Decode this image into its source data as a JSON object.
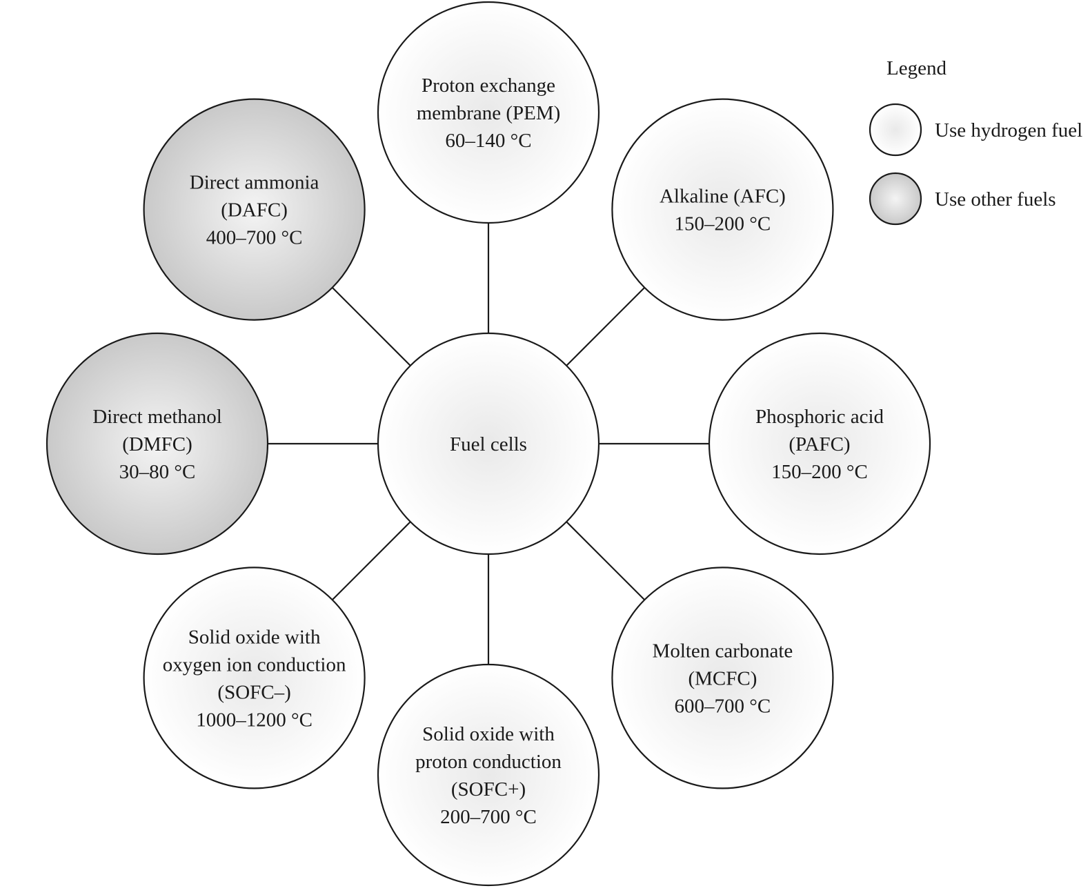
{
  "colors": {
    "stroke": "#1a1a1a",
    "hydrogen_fill_center": "#e9e9e9",
    "hydrogen_fill_edge": "#ffffff",
    "other_fill_center": "#f4f4f4",
    "other_fill_edge": "#c9c9c9"
  },
  "center": {
    "lines": [
      "Fuel cells"
    ],
    "fuel": "hydrogen"
  },
  "nodes": [
    {
      "id": "pem",
      "lines": [
        "Proton exchange",
        "membrane (PEM)",
        "60–140 °C"
      ],
      "fuel": "hydrogen"
    },
    {
      "id": "afc",
      "lines": [
        "Alkaline (AFC)",
        "150–200 °C"
      ],
      "fuel": "hydrogen"
    },
    {
      "id": "pafc",
      "lines": [
        "Phosphoric acid",
        "(PAFC)",
        "150–200 °C"
      ],
      "fuel": "hydrogen"
    },
    {
      "id": "mcfc",
      "lines": [
        "Molten carbonate",
        "(MCFC)",
        "600–700 °C"
      ],
      "fuel": "hydrogen"
    },
    {
      "id": "sofc-plus",
      "lines": [
        "Solid oxide with",
        "proton conduction",
        "(SOFC+)",
        "200–700 °C"
      ],
      "fuel": "hydrogen"
    },
    {
      "id": "sofc-minus",
      "lines": [
        "Solid oxide with",
        "oxygen ion conduction",
        "(SOFC–)",
        "1000–1200 °C"
      ],
      "fuel": "hydrogen"
    },
    {
      "id": "dmfc",
      "lines": [
        "Direct methanol",
        "(DMFC)",
        "30–80 °C"
      ],
      "fuel": "other"
    },
    {
      "id": "dafc",
      "lines": [
        "Direct ammonia",
        "(DAFC)",
        "400–700 °C"
      ],
      "fuel": "other"
    }
  ],
  "legend": {
    "title": "Legend",
    "items": [
      {
        "label": "Use hydrogen fuel",
        "fuel": "hydrogen"
      },
      {
        "label": "Use other fuels",
        "fuel": "other"
      }
    ]
  }
}
